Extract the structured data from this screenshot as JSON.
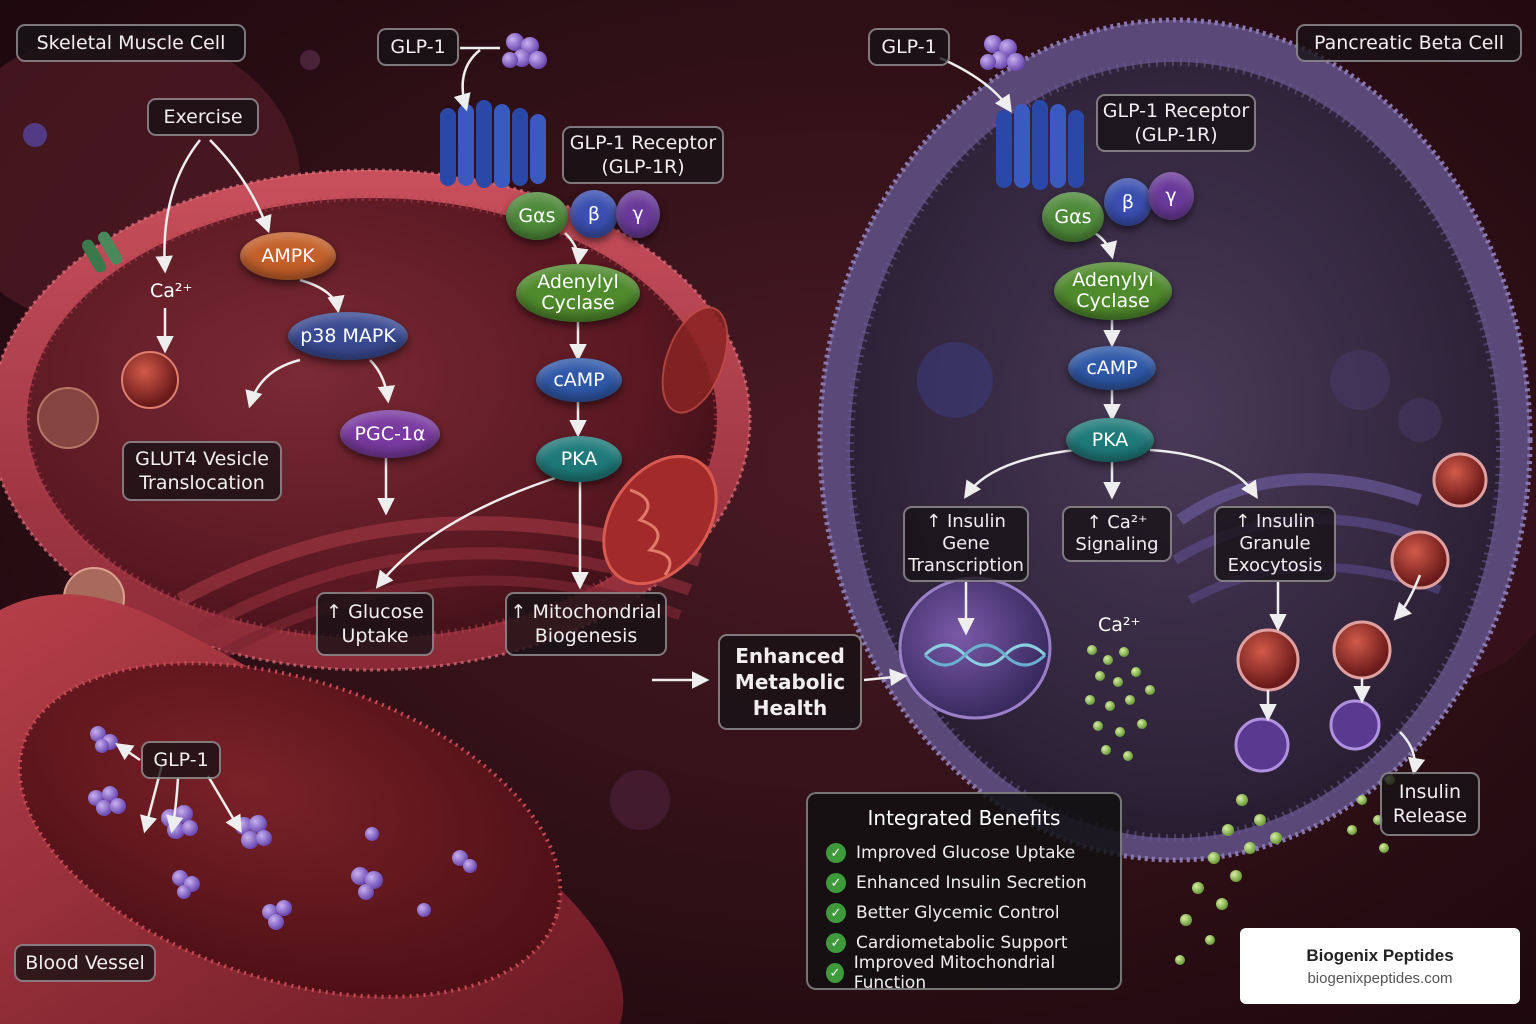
{
  "colors": {
    "gas": "#4f8a3a",
    "beta": "#3a4fb0",
    "gamma": "#6a3a9a",
    "ampk": "#c4602a",
    "mapk": "#3a4a92",
    "pgc": "#7a3aa0",
    "adenylyl": "#4f8a2c",
    "camp": "#2f58a8",
    "pka": "#1f7a7a",
    "check": "#3f9a3c"
  },
  "labels": {
    "skeletal_muscle_cell": "Skeletal Muscle Cell",
    "pancreatic_beta_cell": "Pancreatic Beta Cell",
    "blood_vessel": "Blood Vessel",
    "exercise": "Exercise",
    "glp1_left": "GLP-1",
    "glp1_right": "GLP-1",
    "glp1_blood": "GLP-1",
    "receptor_left": [
      "GLP-1 Receptor",
      "(GLP-1R)"
    ],
    "receptor_right": [
      "GLP-1 Receptor",
      "(GLP-1R)"
    ],
    "glut4": [
      "GLUT4 Vesicle",
      "Translocation"
    ],
    "glucose_uptake": [
      "↑ Glucose",
      "Uptake"
    ],
    "mito_biogenesis": [
      "↑ Mitochondrial",
      "Biogenesis"
    ],
    "enhanced_health": [
      "Enhanced",
      "Metabolic",
      "Health"
    ],
    "insulin_gene": [
      "↑ Insulin",
      "Gene",
      "Transcription"
    ],
    "ca_signaling": [
      "↑ Ca²⁺",
      "Signaling"
    ],
    "insulin_exocytosis": [
      "↑ Insulin",
      "Granule",
      "Exocytosis"
    ],
    "insulin_release": [
      "Insulin",
      "Release"
    ],
    "ca_left": "Ca²⁺",
    "ca_right": "Ca²⁺"
  },
  "molecules": {
    "gas_left": "Gαs",
    "beta_left": "β",
    "gamma_left": "γ",
    "gas_right": "Gαs",
    "beta_right": "β",
    "gamma_right": "γ",
    "ampk": "AMPK",
    "p38": "p38 MAPK",
    "pgc": "PGC-1α",
    "adenylyl_left": [
      "Adenylyl",
      "Cyclase"
    ],
    "camp_left": "cAMP",
    "pka_left": "PKA",
    "adenylyl_right": [
      "Adenylyl",
      "Cyclase"
    ],
    "camp_right": "cAMP",
    "pka_right": "PKA"
  },
  "benefits": {
    "title": "Integrated Benefits",
    "items": [
      "Improved Glucose Uptake",
      "Enhanced Insulin Secretion",
      "Better Glycemic Control",
      "Cardiometabolic Support",
      "Improved Mitochondrial Function"
    ]
  },
  "brand": {
    "name": "Biogenix Peptides",
    "url": "biogenixpeptides.com"
  }
}
